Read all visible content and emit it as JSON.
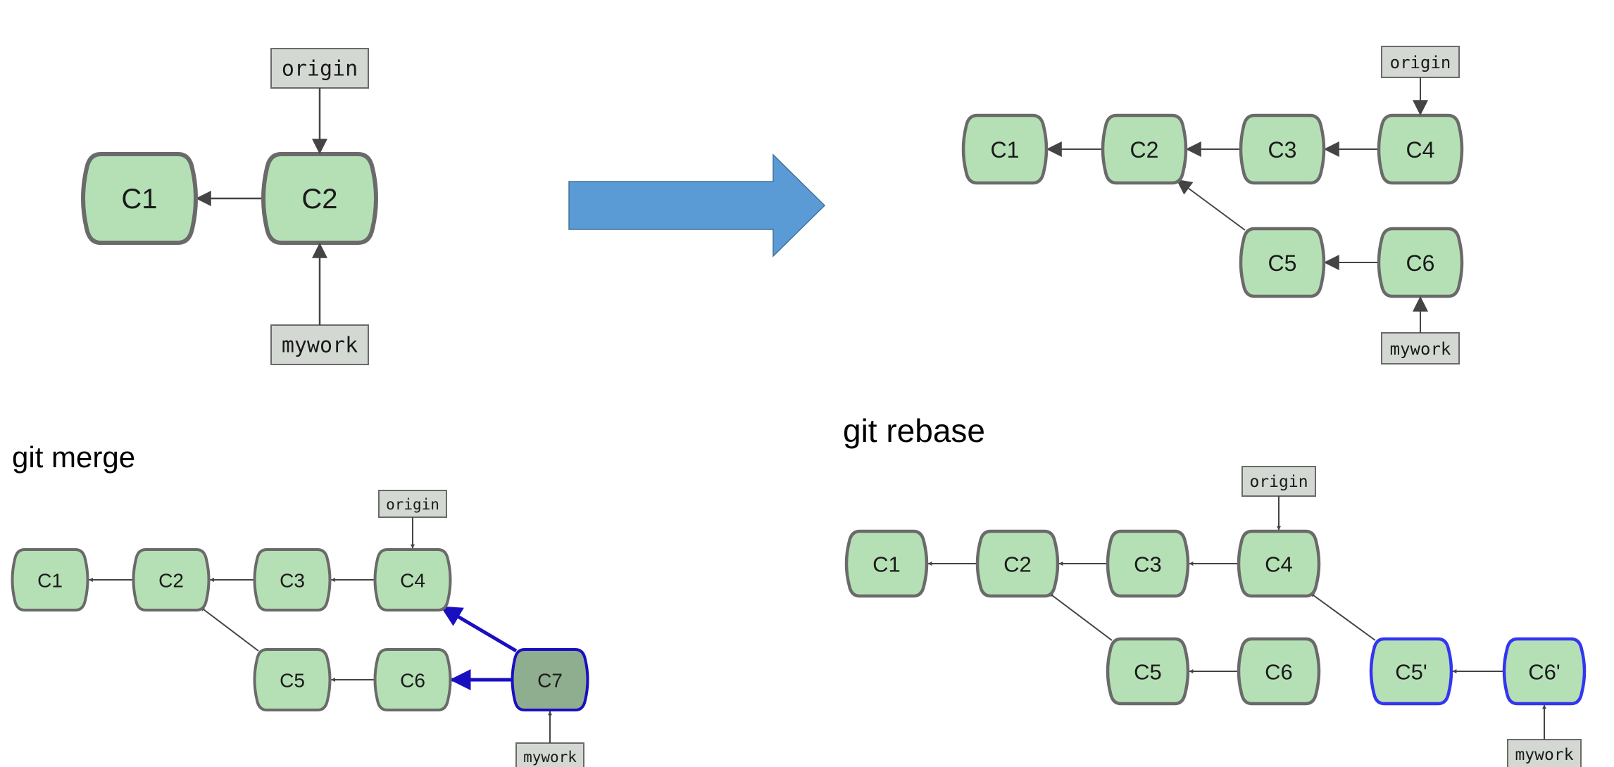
{
  "diagrams": {
    "before": {
      "commits": [
        "C1",
        "C2"
      ],
      "refs": [
        "origin",
        "mywork"
      ]
    },
    "fetched": {
      "commits": [
        "C1",
        "C2",
        "C3",
        "C4",
        "C5",
        "C6"
      ],
      "refs": [
        "origin",
        "mywork"
      ]
    },
    "merge": {
      "caption": "git merge",
      "commits": [
        "C1",
        "C2",
        "C3",
        "C4",
        "C5",
        "C6",
        "C7"
      ],
      "refs": [
        "origin",
        "mywork"
      ]
    },
    "rebase": {
      "caption": "git rebase",
      "commits": [
        "C1",
        "C2",
        "C3",
        "C4",
        "C5",
        "C6",
        "C5'",
        "C6'"
      ],
      "refs": [
        "origin",
        "mywork"
      ]
    }
  },
  "colors": {
    "commit_fill": "#b5e0b5",
    "commit_border": "#6a6a6a",
    "merge_commit_fill": "#8fae8f",
    "rebased_border": "#3535f0",
    "merge_edge": "#1a0fc0",
    "ref_fill": "#d3d8d3",
    "transition_arrow": "#5b9bd5"
  }
}
